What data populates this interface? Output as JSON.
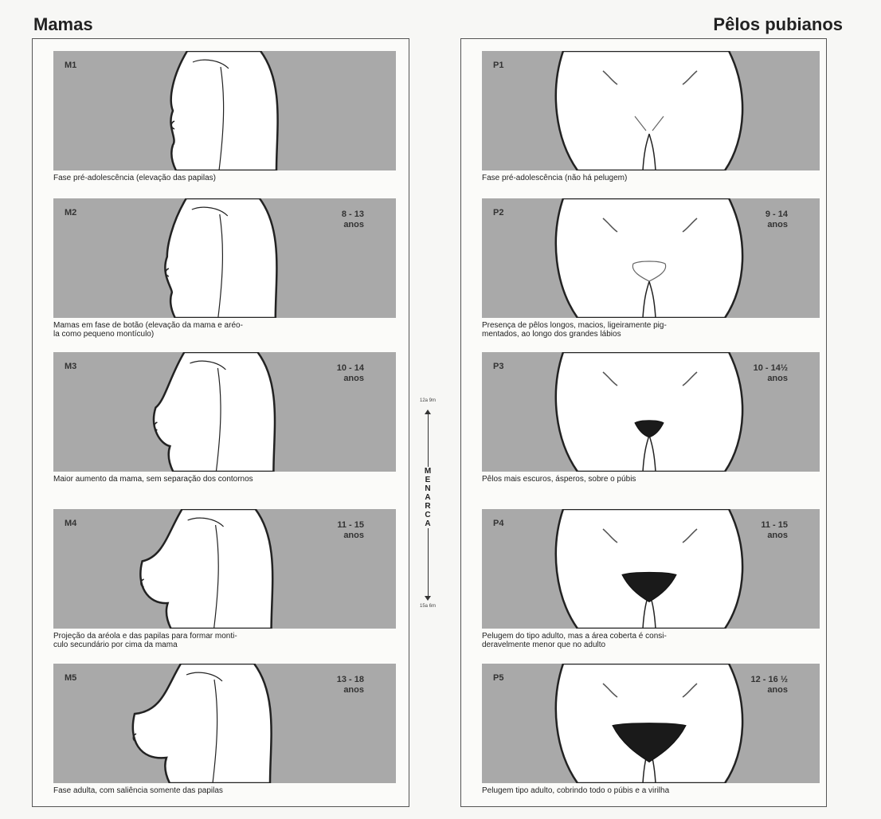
{
  "headers": {
    "left": "Mamas",
    "right": "Pêlos pubianos"
  },
  "breast_stages": [
    {
      "code": "M1",
      "age_line1": "",
      "age_line2": "",
      "caption_line1": "Fase pré-adolescência (elevação das papilas)",
      "caption_line2": ""
    },
    {
      "code": "M2",
      "age_line1": "8 - 13",
      "age_line2": "anos",
      "caption_line1": "Mamas em fase de botão (elevação da mama e aréo-",
      "caption_line2": "la como pequeno montículo)"
    },
    {
      "code": "M3",
      "age_line1": "10 - 14",
      "age_line2": "anos",
      "caption_line1": "Maior aumento da mama, sem separação dos contornos",
      "caption_line2": ""
    },
    {
      "code": "M4",
      "age_line1": "11 - 15",
      "age_line2": "anos",
      "caption_line1": "Projeção da aréola e das papilas para formar monti-",
      "caption_line2": "culo secundário por cima da mama"
    },
    {
      "code": "M5",
      "age_line1": "13 - 18",
      "age_line2": "anos",
      "caption_line1": "Fase adulta, com saliência somente das papilas",
      "caption_line2": ""
    }
  ],
  "pubic_stages": [
    {
      "code": "P1",
      "age_line1": "",
      "age_line2": "",
      "caption_line1": "Fase pré-adolescência (não há pelugem)",
      "caption_line2": ""
    },
    {
      "code": "P2",
      "age_line1": "9 - 14",
      "age_line2": "anos",
      "caption_line1": "Presença de pêlos longos, macios, ligeiramente pig-",
      "caption_line2": "mentados, ao longo dos grandes lábios"
    },
    {
      "code": "P3",
      "age_line1": "10 - 14½",
      "age_line2": "anos",
      "caption_line1": "Pêlos mais escuros, ásperos, sobre o púbis",
      "caption_line2": ""
    },
    {
      "code": "P4",
      "age_line1": "11 - 15",
      "age_line2": "anos",
      "caption_line1": "Pelugem do tipo adulto, mas a área coberta é consi-",
      "caption_line2": "deravelmente menor que no adulto"
    },
    {
      "code": "P5",
      "age_line1": "12 - 16 ½",
      "age_line2": "anos",
      "caption_line1": "Pelugem tipo adulto, cobrindo todo o púbis e a virilha",
      "caption_line2": ""
    }
  ],
  "menarche": {
    "label": "MENARCA",
    "top_age": "12a 9m",
    "bottom_age": "15a 6m"
  },
  "colors": {
    "panel": "#a9a9a9",
    "figure": "#ffffff",
    "line": "#222222"
  }
}
